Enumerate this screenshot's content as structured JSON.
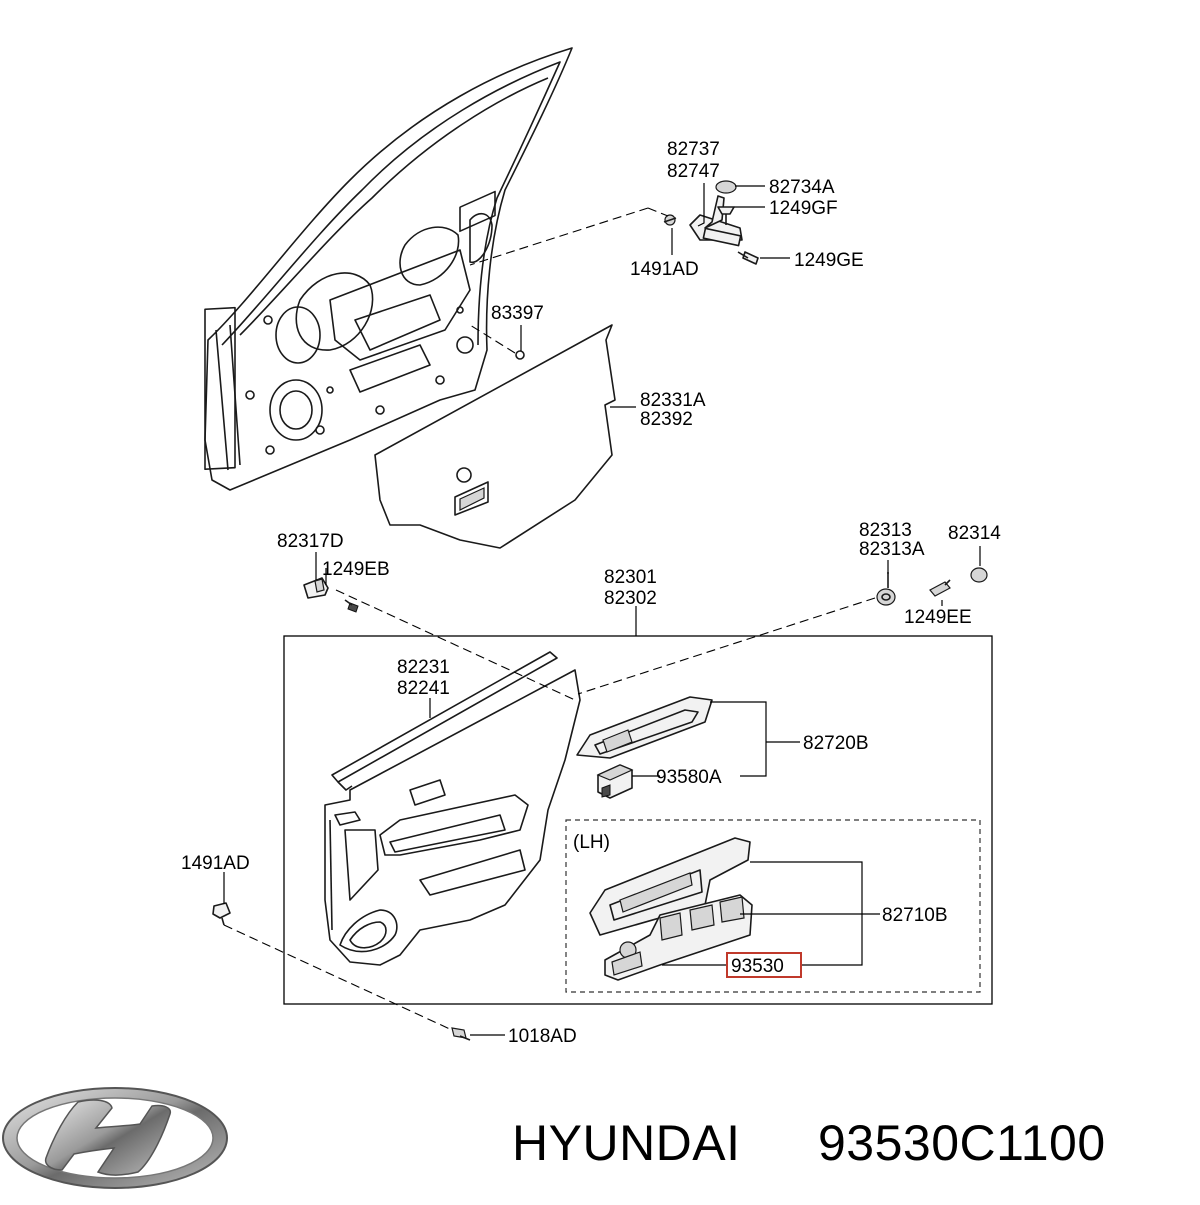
{
  "labels": {
    "p82737": "82737",
    "p82747": "82747",
    "p82734A": "82734A",
    "p1249GF": "1249GF",
    "p1491AD_top": "1491AD",
    "p1249GE": "1249GE",
    "p83397": "83397",
    "p82331A": "82331A",
    "p82392": "82392",
    "p82317D": "82317D",
    "p1249EB": "1249EB",
    "p82301": "82301",
    "p82302": "82302",
    "p82313": "82313",
    "p82313A": "82313A",
    "p82314": "82314",
    "p1249EE": "1249EE",
    "p82231": "82231",
    "p82241": "82241",
    "p82720B": "82720B",
    "p93580A": "93580A",
    "lh": "(LH)",
    "p82710B": "82710B",
    "p93530": "93530",
    "p1491AD_left": "1491AD",
    "p1018AD": "1018AD"
  },
  "footer": {
    "brand": "HYUNDAI",
    "part_number": "93530C1100"
  },
  "colors": {
    "highlight": "#c0392b",
    "line": "#000000"
  }
}
